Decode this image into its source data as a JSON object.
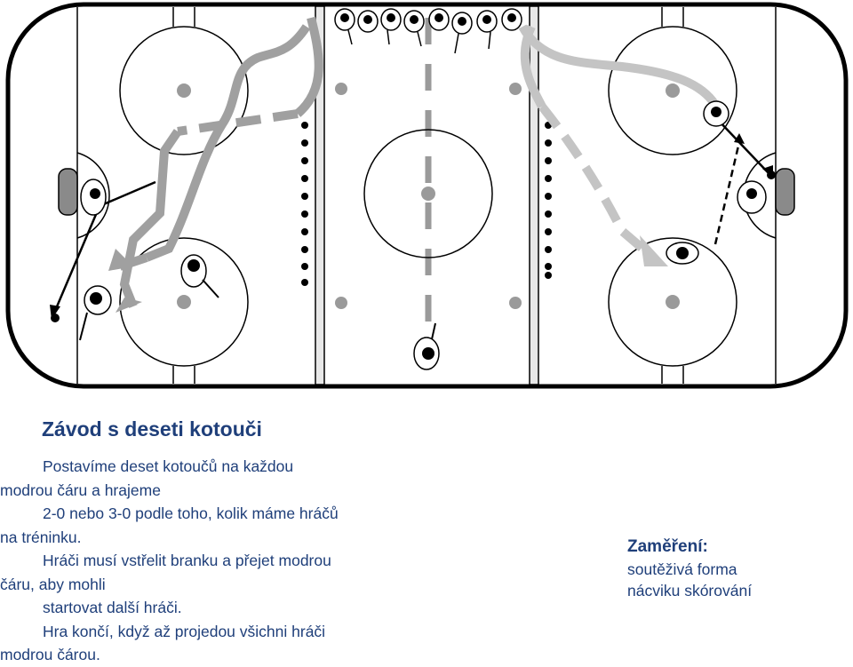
{
  "title": "Závod s deseti kotouči",
  "description_lines": [
    {
      "text": "Postavíme deset kotoučů na každou",
      "indent": true
    },
    {
      "text": "modrou čáru a hrajeme",
      "indent": false
    },
    {
      "text": "2-0 nebo 3-0 podle toho, kolik máme hráčů",
      "indent": true
    },
    {
      "text": "na tréninku.",
      "indent": false
    },
    {
      "text": "Hráči musí vstřelit branku a přejet modrou",
      "indent": true
    },
    {
      "text": "čáru, aby mohli",
      "indent": false
    },
    {
      "text": "startovat další hráči.",
      "indent": true
    },
    {
      "text": "Hra končí, když až projedou všichni hráči",
      "indent": true
    },
    {
      "text": "modrou čárou.",
      "indent": false
    }
  ],
  "focus": {
    "title": "Zaměření:",
    "lines": [
      "soutěživá forma",
      "nácviku skórování"
    ]
  },
  "colors": {
    "text": "#1f3f7a",
    "rink_line": "#000000",
    "blue_line": "#e8e8e8",
    "red_line": "#9a9a9a",
    "path_left": "#a0a0a0",
    "path_right": "#c4c4c4"
  }
}
